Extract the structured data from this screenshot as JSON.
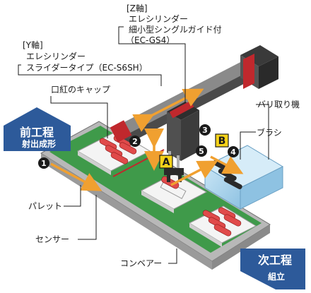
{
  "labels": {
    "z_axis_title": "[Z軸]",
    "z_axis_line1": "エレシリンダー",
    "z_axis_line2": "細小型シングルガイド付",
    "z_axis_line3": "（EC-GS4）",
    "y_axis_title": "[Y軸]",
    "y_axis_line1": "エレシリンダー",
    "y_axis_line2": "スライダータイプ（EC-S6SH）",
    "lipstick_cap": "口紅のキャップ",
    "deburr_machine": "バリ取り機",
    "brush": "ブラシ",
    "pallet": "パレット",
    "sensor": "センサー",
    "conveyor": "コンベアー"
  },
  "process_prev": {
    "title": "前工程",
    "subtitle": "射出成形"
  },
  "process_next": {
    "title": "次工程",
    "subtitle": "組立"
  },
  "steps": [
    "1",
    "2",
    "3",
    "4",
    "5"
  ],
  "points": [
    "A",
    "B"
  ],
  "colors": {
    "process_blue": "#2d5a9a",
    "conveyor_green": "#3f9a4a",
    "actuator_gray": "#5a5a5a",
    "actuator_red": "#c0282d",
    "arrow_orange": "#f0a030",
    "point_yellow": "#f5d21a",
    "machine_blue": "#a7d2ec",
    "cap_red": "#e04a4a"
  }
}
